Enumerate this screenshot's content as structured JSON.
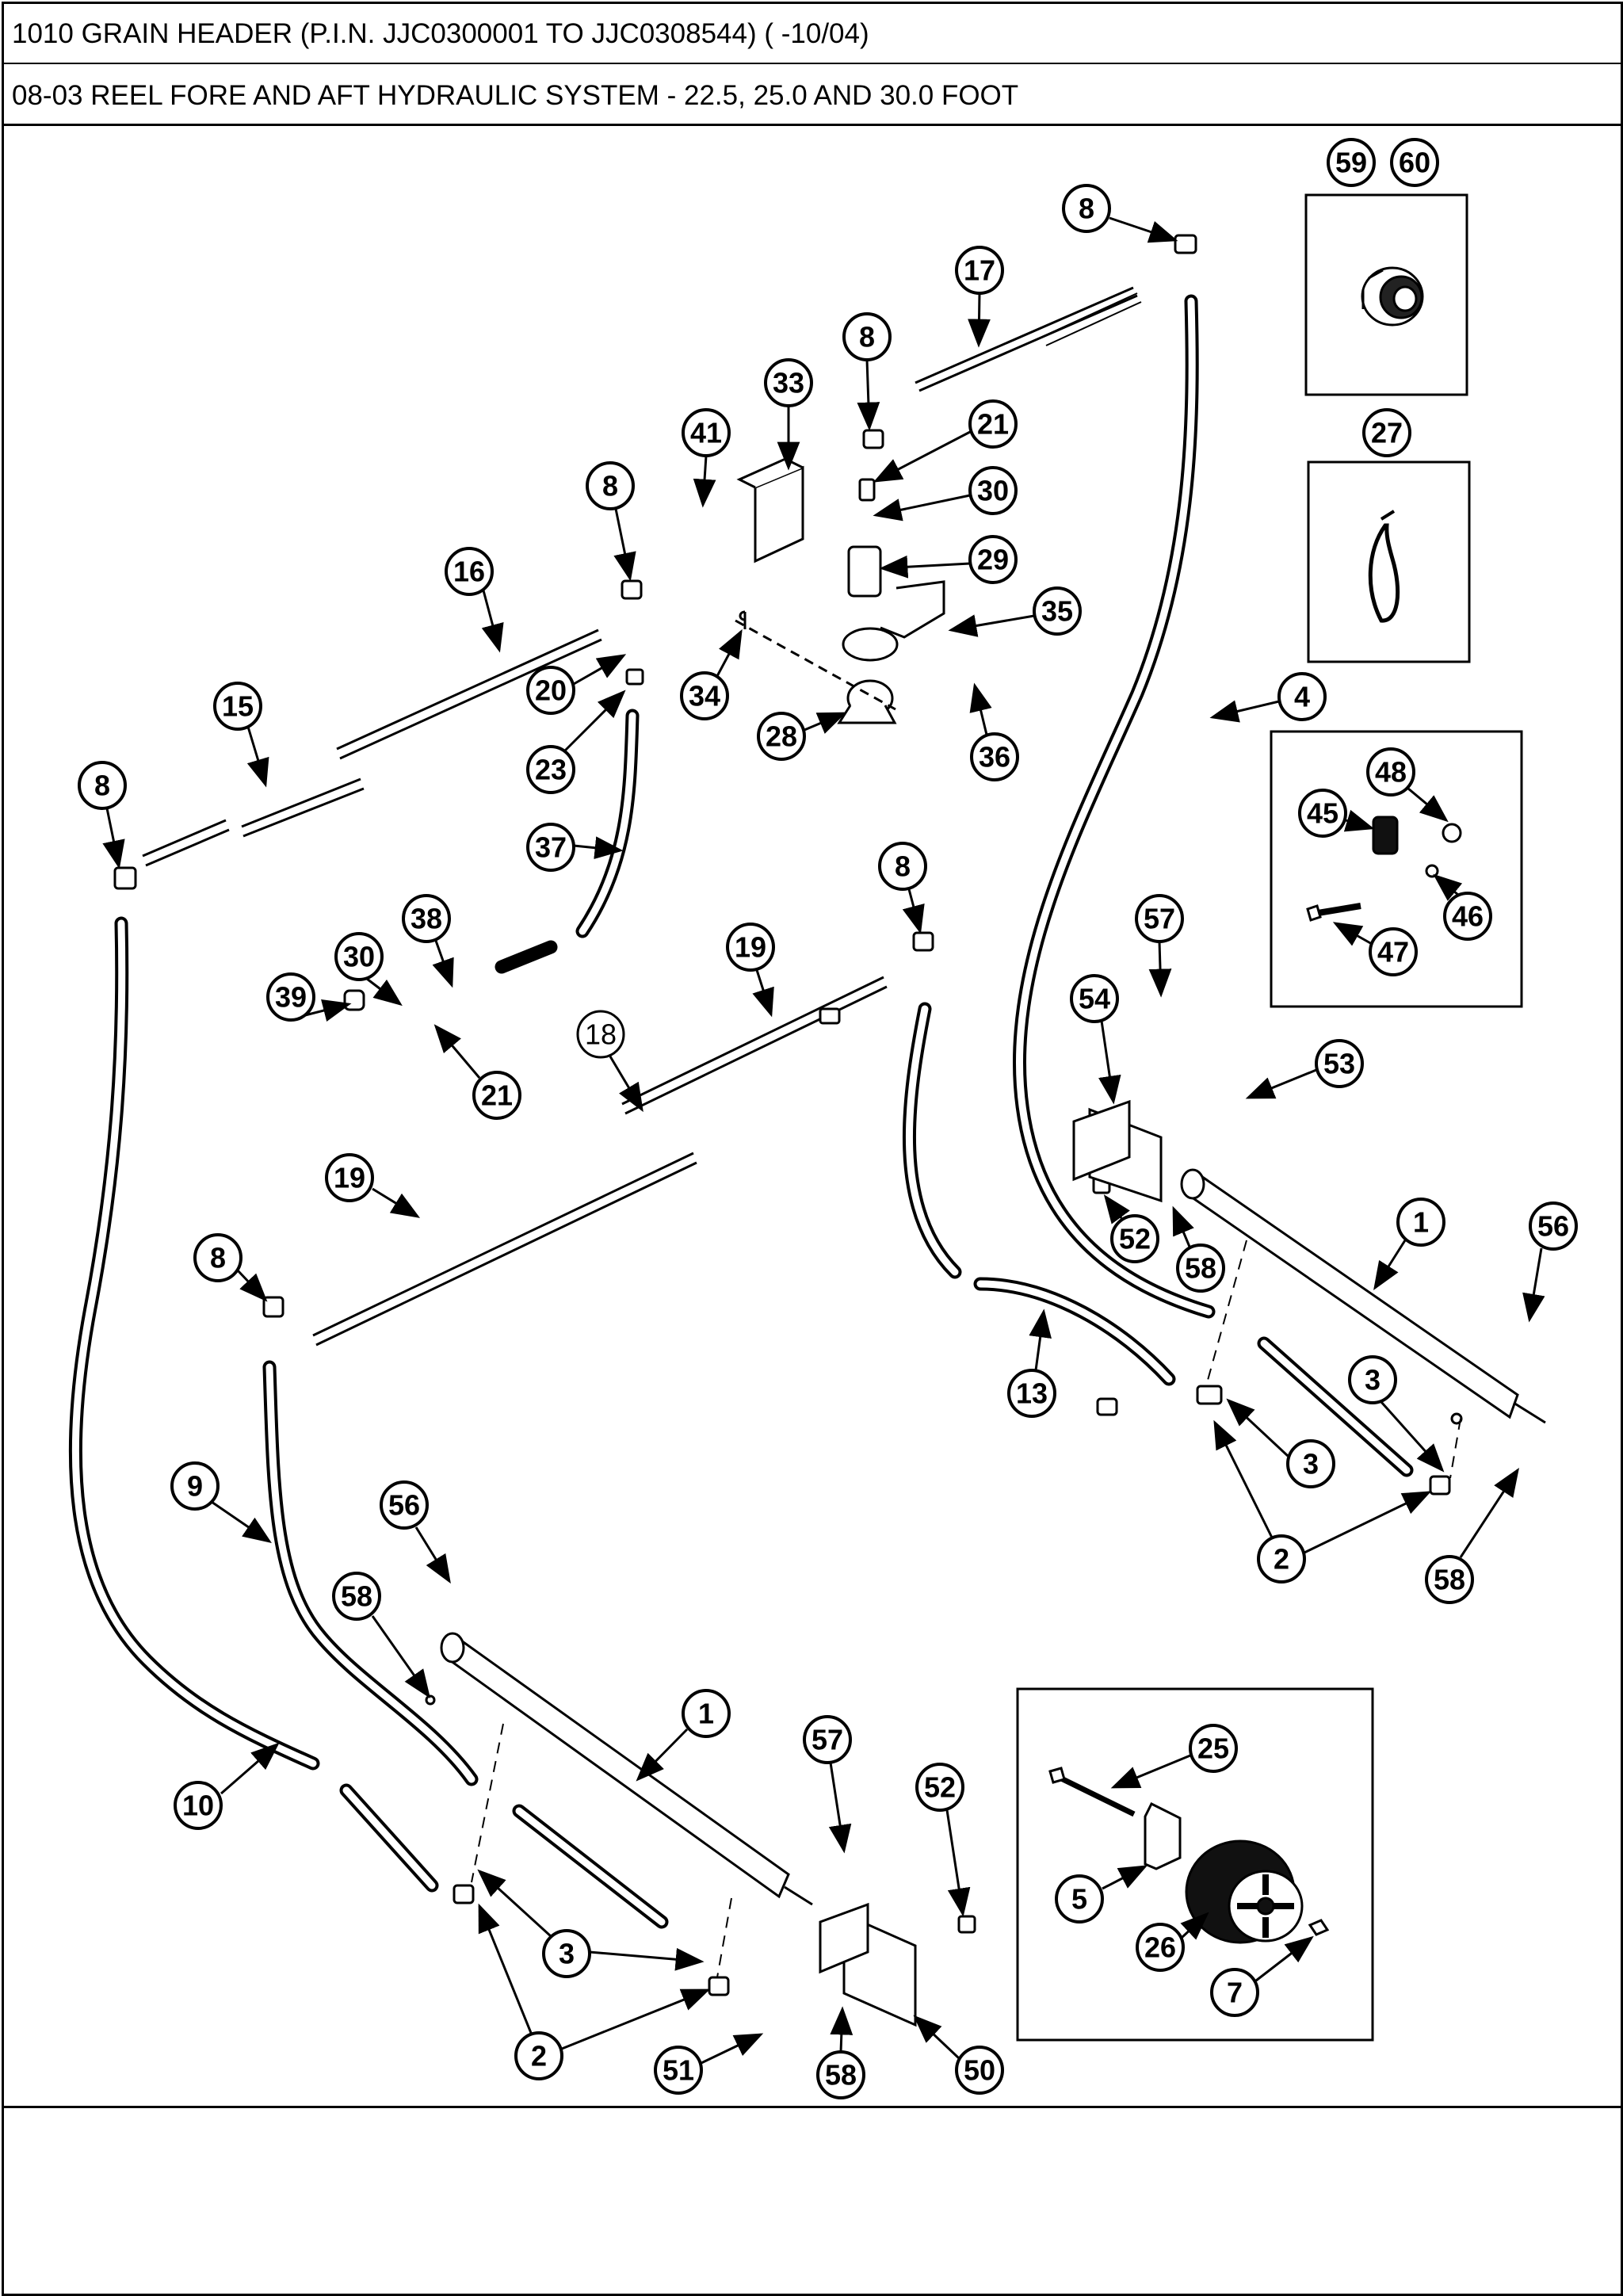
{
  "header": {
    "model_line": "1010 GRAIN HEADER (P.I.N. JJC0300001 TO JJC0308544) ( -10/04)",
    "section_line": "08-03 REEL FORE AND AFT HYDRAULIC SYSTEM - 22.5, 25.0 AND 30.0 FOOT"
  },
  "callouts": [
    {
      "id": "c-59",
      "label": "59"
    },
    {
      "id": "c-60",
      "label": "60"
    },
    {
      "id": "c-8a",
      "label": "8"
    },
    {
      "id": "c-17",
      "label": "17"
    },
    {
      "id": "c-8b",
      "label": "8"
    },
    {
      "id": "c-33",
      "label": "33"
    },
    {
      "id": "c-41",
      "label": "41"
    },
    {
      "id": "c-21a",
      "label": "21"
    },
    {
      "id": "c-30a",
      "label": "30"
    },
    {
      "id": "c-29",
      "label": "29"
    },
    {
      "id": "c-27",
      "label": "27"
    },
    {
      "id": "c-8c",
      "label": "8"
    },
    {
      "id": "c-16",
      "label": "16"
    },
    {
      "id": "c-35",
      "label": "35"
    },
    {
      "id": "c-20",
      "label": "20"
    },
    {
      "id": "c-4",
      "label": "4"
    },
    {
      "id": "c-34",
      "label": "34"
    },
    {
      "id": "c-15",
      "label": "15"
    },
    {
      "id": "c-28",
      "label": "28"
    },
    {
      "id": "c-36",
      "label": "36"
    },
    {
      "id": "c-23",
      "label": "23"
    },
    {
      "id": "c-48",
      "label": "48"
    },
    {
      "id": "c-8d",
      "label": "8"
    },
    {
      "id": "c-45",
      "label": "45"
    },
    {
      "id": "c-37",
      "label": "37"
    },
    {
      "id": "c-8e",
      "label": "8"
    },
    {
      "id": "c-46",
      "label": "46"
    },
    {
      "id": "c-47",
      "label": "47"
    },
    {
      "id": "c-57a",
      "label": "57"
    },
    {
      "id": "c-38",
      "label": "38"
    },
    {
      "id": "c-30b",
      "label": "30"
    },
    {
      "id": "c-19a",
      "label": "19"
    },
    {
      "id": "c-39",
      "label": "39"
    },
    {
      "id": "c-54",
      "label": "54"
    },
    {
      "id": "c-53",
      "label": "53"
    },
    {
      "id": "c-18",
      "label": "18"
    },
    {
      "id": "c-21b",
      "label": "21"
    },
    {
      "id": "c-19b",
      "label": "19"
    },
    {
      "id": "c-1a",
      "label": "1"
    },
    {
      "id": "c-56a",
      "label": "56"
    },
    {
      "id": "c-52a",
      "label": "52"
    },
    {
      "id": "c-58a",
      "label": "58"
    },
    {
      "id": "c-8f",
      "label": "8"
    },
    {
      "id": "c-13",
      "label": "13"
    },
    {
      "id": "c-3a",
      "label": "3"
    },
    {
      "id": "c-3b",
      "label": "3"
    },
    {
      "id": "c-9",
      "label": "9"
    },
    {
      "id": "c-2a",
      "label": "2"
    },
    {
      "id": "c-56b",
      "label": "56"
    },
    {
      "id": "c-58b",
      "label": "58"
    },
    {
      "id": "c-58c",
      "label": "58"
    },
    {
      "id": "c-1b",
      "label": "1"
    },
    {
      "id": "c-25",
      "label": "25"
    },
    {
      "id": "c-57b",
      "label": "57"
    },
    {
      "id": "c-52b",
      "label": "52"
    },
    {
      "id": "c-10",
      "label": "10"
    },
    {
      "id": "c-5",
      "label": "5"
    },
    {
      "id": "c-26",
      "label": "26"
    },
    {
      "id": "c-3c",
      "label": "3"
    },
    {
      "id": "c-7",
      "label": "7"
    },
    {
      "id": "c-2b",
      "label": "2"
    },
    {
      "id": "c-51",
      "label": "51"
    },
    {
      "id": "c-58d",
      "label": "58"
    },
    {
      "id": "c-50",
      "label": "50"
    }
  ]
}
